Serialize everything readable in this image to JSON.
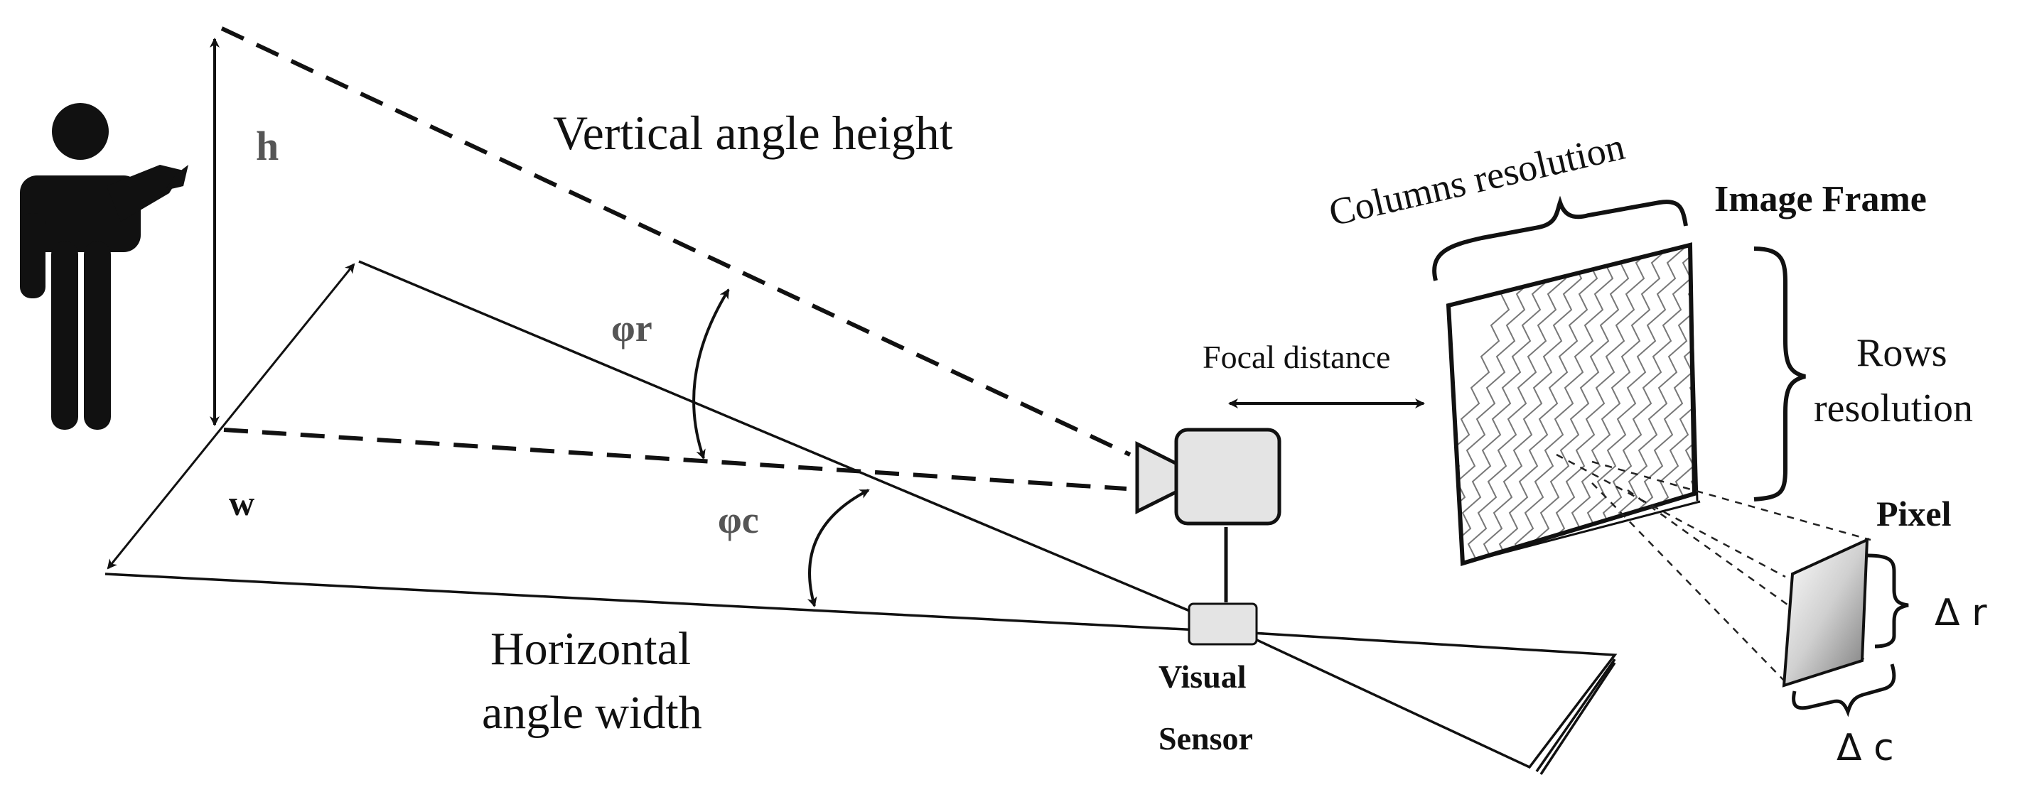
{
  "labels": {
    "h": "h",
    "w": "w",
    "phi_r": "φr",
    "phi_c": "φc",
    "vertical_angle_height": "Vertical angle height",
    "horizontal_angle_line1": "Horizontal",
    "horizontal_angle_line2": "angle width",
    "visual_sensor_line1": "Visual",
    "visual_sensor_line2": "Sensor",
    "focal_distance": "Focal distance",
    "columns_resolution": "Columns resolution",
    "image_frame": "Image Frame",
    "rows_resolution_line1": "Rows",
    "rows_resolution_line2": "resolution",
    "pixel": "Pixel",
    "delta_r": "Δ r",
    "delta_c": "Δ c"
  },
  "icons": {
    "person": "person-icon",
    "camera": "video-camera-icon",
    "sensor": "sensor-box-icon"
  },
  "colors": {
    "ink": "#111111",
    "grey_label": "#555555",
    "camera_fill": "#e4e4e4",
    "grid_line": "#777777"
  }
}
